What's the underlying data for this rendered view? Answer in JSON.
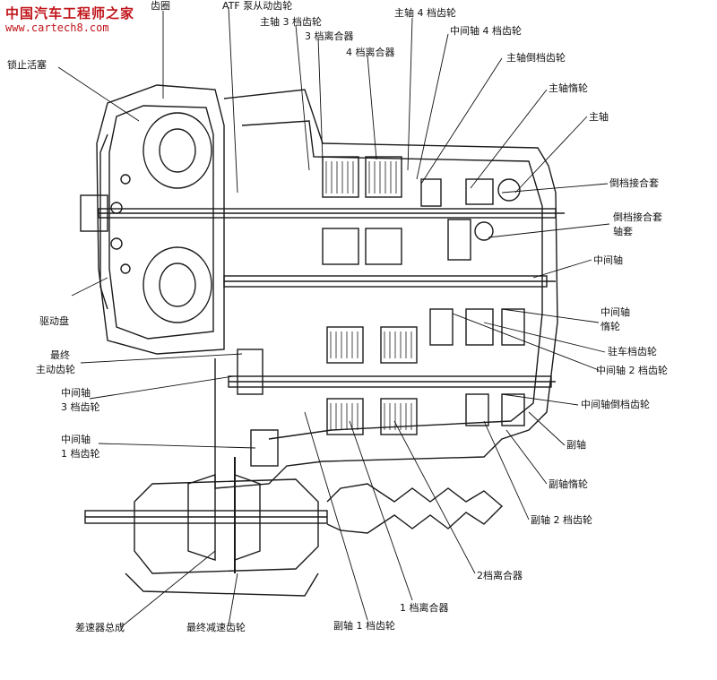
{
  "watermark": {
    "brand": "中国汽车工程师之家",
    "url": "www.cartech8.com"
  },
  "labels": {
    "ring_gear": "齿圈",
    "atf_pump_gear": "ATF 泵从动齿轮",
    "mainshaft_3rd_gear": "主轴 3 档齿轮",
    "third_clutch": "3 档离合器",
    "fourth_clutch": "4 档离合器",
    "mainshaft_4th_gear": "主轴 4 档齿轮",
    "countershaft_4th_gear": "中间轴 4 档齿轮",
    "lockup_piston": "锁止活塞",
    "mainshaft_reverse_gear": "主轴倒档齿轮",
    "mainshaft_idler": "主轴惰轮",
    "mainshaft": "主轴",
    "reverse_selector": "倒档接合套",
    "reverse_hub_1": "倒档接合套",
    "reverse_hub_2": "轴套",
    "countershaft": "中间轴",
    "drive_plate": "驱动盘",
    "cs_idler_1": "中间轴",
    "cs_idler_2": "惰轮",
    "final_drive_1": "最终",
    "final_drive_2": "主动齿轮",
    "park_gear": "驻车档齿轮",
    "cs_2nd_gear": "中间轴 2 档齿轮",
    "cs_3rd_1": "中间轴",
    "cs_3rd_2": "3 档齿轮",
    "cs_reverse_gear": "中间轴倒档齿轮",
    "cs_1st_1": "中间轴",
    "cs_1st_2": "1 档齿轮",
    "secondary_shaft": "副轴",
    "ss_idler": "副轴惰轮",
    "ss_2nd_gear": "副轴 2 档齿轮",
    "second_clutch": "2档离合器",
    "first_clutch": "1 档离合器",
    "differential": "差速器总成",
    "final_driven": "最终减速齿轮",
    "ss_1st_gear": "副轴 1 档齿轮"
  }
}
